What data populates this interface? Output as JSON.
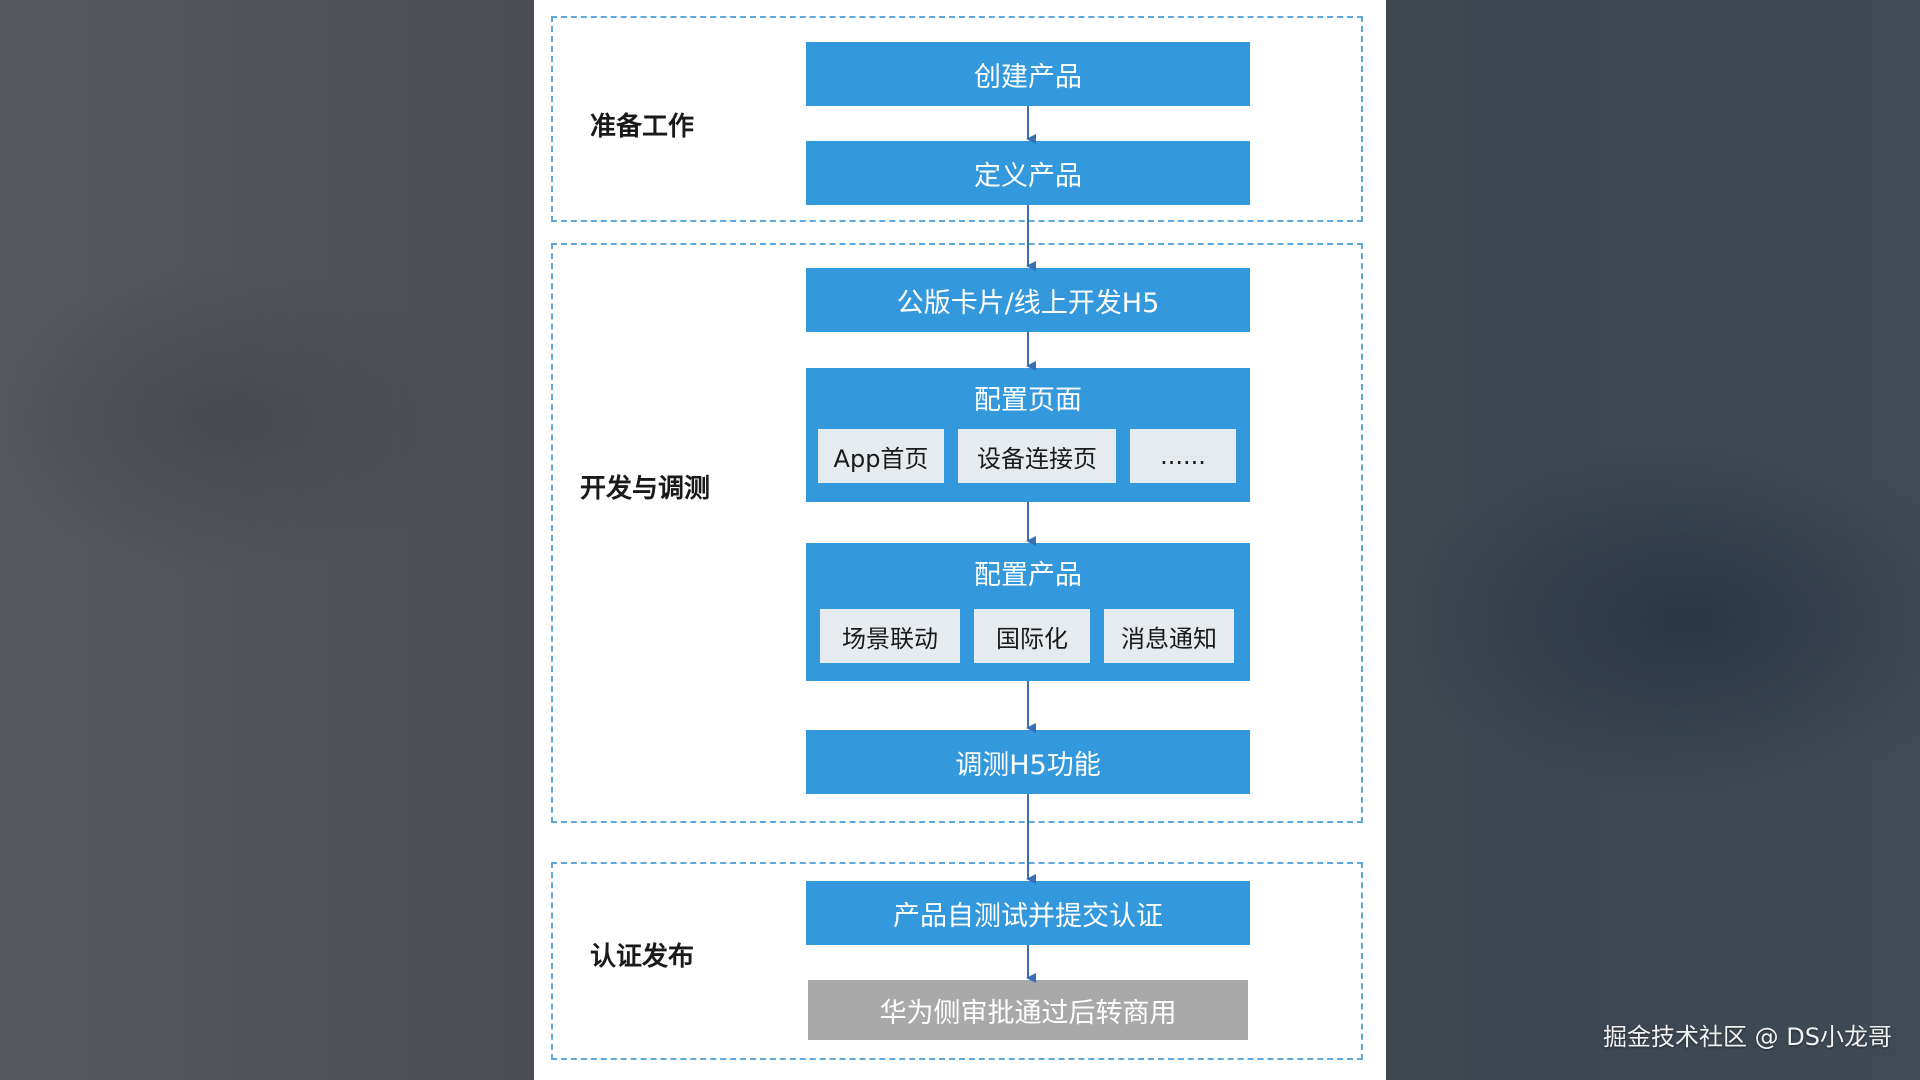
{
  "phases": {
    "prep": {
      "label": "准备工作",
      "steps": [
        "创建产品",
        "定义产品"
      ]
    },
    "dev": {
      "label": "开发与调测",
      "step_h5": "公版卡片/线上开发H5",
      "config_pages": {
        "title": "配置页面",
        "items": [
          "App首页",
          "设备连接页",
          "......"
        ]
      },
      "config_product": {
        "title": "配置产品",
        "items": [
          "场景联动",
          "国际化",
          "消息通知"
        ]
      },
      "step_debug": "调测H5功能"
    },
    "release": {
      "label": "认证发布",
      "steps": [
        "产品自测试并提交认证",
        "华为侧审批通过后转商用"
      ]
    }
  },
  "watermark": "掘金技术社区 @ DS小龙哥",
  "colors": {
    "step_blue": "#3398dc",
    "step_gray": "#a9a9a9",
    "sub_box": "#e6ebf0",
    "dashed_border": "#5fa8dc",
    "arrow": "#3a6fb3"
  }
}
